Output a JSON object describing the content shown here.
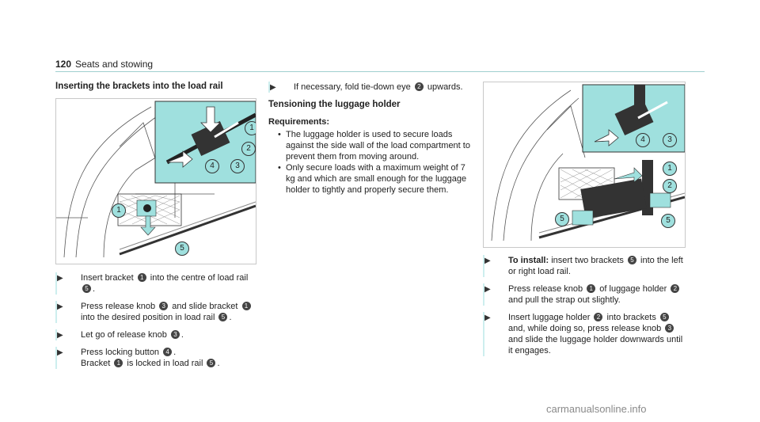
{
  "header": {
    "page_number": "120",
    "section": "Seats and stowing"
  },
  "col1": {
    "heading": "Inserting the brackets into the load rail",
    "steps": [
      {
        "parts": [
          "Insert bracket ",
          "1",
          " into the centre of load rail ",
          "5",
          "."
        ]
      },
      {
        "parts": [
          "Press release knob ",
          "3",
          " and slide bracket ",
          "1",
          " into the desired position in load rail ",
          "5",
          "."
        ]
      },
      {
        "parts": [
          "Let go of release knob ",
          "3",
          "."
        ]
      },
      {
        "parts": [
          "Press locking button ",
          "4",
          "."
        ],
        "line2": [
          "Bracket ",
          "1",
          " is locked in load rail ",
          "5",
          "."
        ]
      }
    ]
  },
  "col2": {
    "step_top": {
      "parts": [
        "If necessary, fold tie-down eye ",
        "2",
        " upwards."
      ]
    },
    "heading": "Tensioning the luggage holder",
    "req_label": "Requirements:",
    "bullets": [
      "The luggage holder is used to secure loads against the side wall of the load compartment to prevent them from moving around.",
      "Only secure loads with a maximum weight of 7 kg and which are small enough for the luggage holder to tightly and properly secure them."
    ]
  },
  "col3": {
    "steps": [
      {
        "bold": "To install:",
        "parts": [
          " insert two brackets ",
          "5",
          " into the left or right load rail."
        ]
      },
      {
        "parts": [
          "Press release knob ",
          "1",
          " of luggage holder ",
          "2",
          " and pull the strap out slightly."
        ]
      },
      {
        "parts": [
          "Insert luggage holder ",
          "2",
          " into brackets ",
          "5",
          " and, while doing so, press release knob ",
          "3",
          " and slide the luggage holder downwards until it engages."
        ]
      }
    ]
  },
  "figure1": {
    "callouts": [
      "1",
      "2",
      "3",
      "4",
      "1",
      "5"
    ]
  },
  "figure2": {
    "callouts": [
      "4",
      "3",
      "1",
      "2",
      "5",
      "5"
    ]
  },
  "watermark": "carmanualsonline.info",
  "colors": {
    "accent": "#9fe0de",
    "badge": "#444444",
    "rule": "#9fcfcf"
  }
}
